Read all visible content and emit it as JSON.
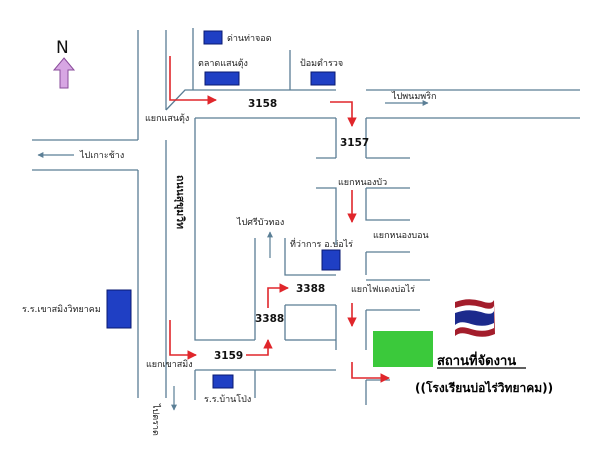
{
  "compass": {
    "letter": "N"
  },
  "colors": {
    "road": "#5a7d94",
    "route_arrow": "#e0262b",
    "guide_arrow": "#5b7f96",
    "building": "#1f3fc4",
    "venue": "#3bc93b",
    "compass_arrow": "#d7a6e3"
  },
  "roads": {
    "r3158": "3158",
    "r3157": "3157",
    "r3388a": "3388",
    "r3388b": "3388",
    "r3159": "3159",
    "sukhumvit": "ถนนสุขุมวิท"
  },
  "places": {
    "checkpoint": "ด่านท่าจอด",
    "market": "ตลาดแสนตุ้ง",
    "police": "ป้อมตำรวจ",
    "school_khao_saming": "ร.ร.เขาสมิงวิทยาคม",
    "school_ban_pong": "ร.ร.บ้านโป่ง",
    "district_office": "ที่ว่าการ อ.บ่อไร่"
  },
  "junctions": {
    "saen_tung": "แยกแสนตุ้ง",
    "nong_bua": "แยกหนองบัว",
    "nong_bon": "แยกหนองบอน",
    "fai_daeng_bo_rai": "แยกไฟแดงบ่อไร่",
    "khao_saming": "แยกเขาสมิง"
  },
  "directions": {
    "to_phanom_phrik": "ไปพนมพริก",
    "to_koh_chang": "ไปเกาะช้าง",
    "to_si_bua_thong": "ไปศรีบัวทอง",
    "to_trat": "ไปตราด"
  },
  "venue": {
    "title": "สถานที่จัดงาน",
    "subtitle": "((โรงเรียนบ่อไร่วิทยาคม))"
  },
  "flag": {
    "country": "thailand-flag"
  }
}
